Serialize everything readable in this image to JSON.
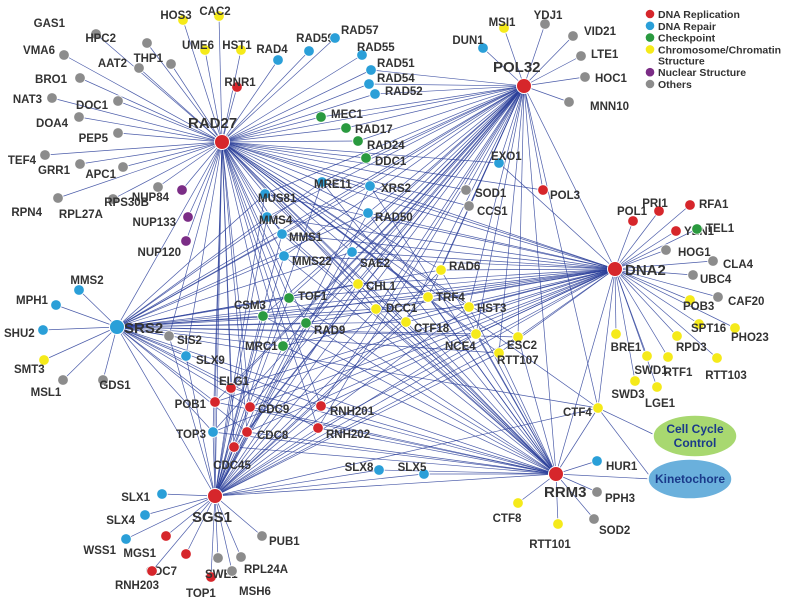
{
  "legend": {
    "items": [
      {
        "name": "DNA Replication",
        "color": "#d6262b"
      },
      {
        "name": "DNA Repair",
        "color": "#2a9fd8"
      },
      {
        "name": "Checkpoint",
        "color": "#2a9a3f"
      },
      {
        "name": "Chromosome/Chromatin Structure",
        "color": "#f5ea1a"
      },
      {
        "name": "Nuclear Structure",
        "color": "#7b2d86"
      },
      {
        "name": "Others",
        "color": "#8c8c8c"
      }
    ]
  },
  "hubs": [
    {
      "id": "RAD27",
      "label": "RAD27",
      "category": "DNA Replication"
    },
    {
      "id": "POL32",
      "label": "POL32",
      "category": "DNA Replication"
    },
    {
      "id": "DNA2",
      "label": "DNA2",
      "category": "DNA Replication"
    },
    {
      "id": "SRS2",
      "label": "SRS2",
      "category": "DNA Repair"
    },
    {
      "id": "SGS1",
      "label": "SGS1",
      "category": "DNA Replication"
    },
    {
      "id": "RRM3",
      "label": "RRM3",
      "category": "DNA Replication"
    }
  ],
  "nodes": [
    {
      "label": "GAS1",
      "category": "Others"
    },
    {
      "label": "HPC2",
      "category": "Others"
    },
    {
      "label": "HOS3",
      "category": "Chromosome/Chromatin Structure"
    },
    {
      "label": "CAC2",
      "category": "Chromosome/Chromatin Structure"
    },
    {
      "label": "UME6",
      "category": "Chromosome/Chromatin Structure"
    },
    {
      "label": "HST1",
      "category": "Chromosome/Chromatin Structure"
    },
    {
      "label": "VMA6",
      "category": "Others"
    },
    {
      "label": "AAT2",
      "category": "Others"
    },
    {
      "label": "THP1",
      "category": "Others"
    },
    {
      "label": "RAD4",
      "category": "DNA Repair"
    },
    {
      "label": "RAD59",
      "category": "DNA Repair"
    },
    {
      "label": "RAD57",
      "category": "DNA Repair"
    },
    {
      "label": "RAD55",
      "category": "DNA Repair"
    },
    {
      "label": "RAD51",
      "category": "DNA Repair"
    },
    {
      "label": "RAD54",
      "category": "DNA Repair"
    },
    {
      "label": "RAD52",
      "category": "DNA Repair"
    },
    {
      "label": "BRO1",
      "category": "Others"
    },
    {
      "label": "RNR1",
      "category": "DNA Replication"
    },
    {
      "label": "NAT3",
      "category": "Others"
    },
    {
      "label": "DOC1",
      "category": "Others"
    },
    {
      "label": "DOA4",
      "category": "Others"
    },
    {
      "label": "PEP5",
      "category": "Others"
    },
    {
      "label": "MEC1",
      "category": "Checkpoint"
    },
    {
      "label": "RAD17",
      "category": "Checkpoint"
    },
    {
      "label": "RAD24",
      "category": "Checkpoint"
    },
    {
      "label": "DDC1",
      "category": "Checkpoint"
    },
    {
      "label": "TEF4",
      "category": "Others"
    },
    {
      "label": "GRR1",
      "category": "Others"
    },
    {
      "label": "APC1",
      "category": "Others"
    },
    {
      "label": "RPN4",
      "category": "Others"
    },
    {
      "label": "RPL27A",
      "category": "Others"
    },
    {
      "label": "RPS30B",
      "category": "Others"
    },
    {
      "label": "NUP84",
      "category": "Nuclear Structure"
    },
    {
      "label": "NUP133",
      "category": "Nuclear Structure"
    },
    {
      "label": "NUP120",
      "category": "Nuclear Structure"
    },
    {
      "label": "MUS81",
      "category": "DNA Repair"
    },
    {
      "label": "MMS4",
      "category": "DNA Repair"
    },
    {
      "label": "MMS1",
      "category": "DNA Repair"
    },
    {
      "label": "MMS22",
      "category": "DNA Repair"
    },
    {
      "label": "MRE11",
      "category": "DNA Repair"
    },
    {
      "label": "XRS2",
      "category": "DNA Repair"
    },
    {
      "label": "RAD50",
      "category": "DNA Repair"
    },
    {
      "label": "EXO1",
      "category": "DNA Repair"
    },
    {
      "label": "SOD1",
      "category": "Others"
    },
    {
      "label": "CCS1",
      "category": "Others"
    },
    {
      "label": "POL3",
      "category": "DNA Replication"
    },
    {
      "label": "MSI1",
      "category": "Chromosome/Chromatin Structure"
    },
    {
      "label": "YDJ1",
      "category": "Others"
    },
    {
      "label": "DUN1",
      "category": "DNA Repair"
    },
    {
      "label": "VID21",
      "category": "Others"
    },
    {
      "label": "LTE1",
      "category": "Others"
    },
    {
      "label": "HOC1",
      "category": "Others"
    },
    {
      "label": "MNN10",
      "category": "Others"
    },
    {
      "label": "POL1",
      "category": "DNA Replication"
    },
    {
      "label": "PRI1",
      "category": "DNA Replication"
    },
    {
      "label": "RFA1",
      "category": "DNA Replication"
    },
    {
      "label": "YEN1",
      "category": "DNA Replication"
    },
    {
      "label": "TEL1",
      "category": "Checkpoint"
    },
    {
      "label": "HOG1",
      "category": "Others"
    },
    {
      "label": "CLA4",
      "category": "Others"
    },
    {
      "label": "UBC4",
      "category": "Others"
    },
    {
      "label": "CAF20",
      "category": "Others"
    },
    {
      "label": "POB3",
      "category": "Chromosome/Chromatin Structure"
    },
    {
      "label": "SPT16",
      "category": "Chromosome/Chromatin Structure"
    },
    {
      "label": "PHO23",
      "category": "Chromosome/Chromatin Structure"
    },
    {
      "label": "RPD3",
      "category": "Chromosome/Chromatin Structure"
    },
    {
      "label": "RTF1",
      "category": "Chromosome/Chromatin Structure"
    },
    {
      "label": "RTT103",
      "category": "Chromosome/Chromatin Structure"
    },
    {
      "label": "BRE1",
      "category": "Chromosome/Chromatin Structure"
    },
    {
      "label": "SWD1",
      "category": "Chromosome/Chromatin Structure"
    },
    {
      "label": "SWD3",
      "category": "Chromosome/Chromatin Structure"
    },
    {
      "label": "LGE1",
      "category": "Chromosome/Chromatin Structure"
    },
    {
      "label": "MMS2",
      "category": "DNA Repair"
    },
    {
      "label": "MPH1",
      "category": "DNA Repair"
    },
    {
      "label": "SHU2",
      "category": "DNA Repair"
    },
    {
      "label": "SMT3",
      "category": "Chromosome/Chromatin Structure"
    },
    {
      "label": "MSL1",
      "category": "Others"
    },
    {
      "label": "GDS1",
      "category": "Others"
    },
    {
      "label": "CSM3",
      "category": "Checkpoint"
    },
    {
      "label": "TOF1",
      "category": "Checkpoint"
    },
    {
      "label": "RAD9",
      "category": "Checkpoint"
    },
    {
      "label": "MRC1",
      "category": "Checkpoint"
    },
    {
      "label": "SIS2",
      "category": "Others"
    },
    {
      "label": "SLX9",
      "category": "DNA Repair"
    },
    {
      "label": "SAE2",
      "category": "DNA Repair"
    },
    {
      "label": "CHL1",
      "category": "Chromosome/Chromatin Structure"
    },
    {
      "label": "RAD6",
      "category": "Chromosome/Chromatin Structure"
    },
    {
      "label": "TRF4",
      "category": "Chromosome/Chromatin Structure"
    },
    {
      "label": "DCC1",
      "category": "Chromosome/Chromatin Structure"
    },
    {
      "label": "HST3",
      "category": "Chromosome/Chromatin Structure"
    },
    {
      "label": "CTF18",
      "category": "Chromosome/Chromatin Structure"
    },
    {
      "label": "NCE4",
      "category": "Chromosome/Chromatin Structure"
    },
    {
      "label": "ESC2",
      "category": "Chromosome/Chromatin Structure"
    },
    {
      "label": "RTT107",
      "category": "Chromosome/Chromatin Structure"
    },
    {
      "label": "CTF4",
      "category": "Chromosome/Chromatin Structure"
    },
    {
      "label": "ELG1",
      "category": "DNA Replication"
    },
    {
      "label": "POB1",
      "category": "DNA Replication"
    },
    {
      "label": "CDC9",
      "category": "DNA Replication"
    },
    {
      "label": "RNH201",
      "category": "DNA Replication"
    },
    {
      "label": "TOP3",
      "category": "DNA Repair"
    },
    {
      "label": "CDC8",
      "category": "DNA Replication"
    },
    {
      "label": "RNH202",
      "category": "DNA Replication"
    },
    {
      "label": "CDC45",
      "category": "DNA Replication"
    },
    {
      "label": "SLX8",
      "category": "DNA Repair"
    },
    {
      "label": "SLX5",
      "category": "DNA Repair"
    },
    {
      "label": "HUR1",
      "category": "DNA Repair"
    },
    {
      "label": "PPH3",
      "category": "Others"
    },
    {
      "label": "CTF8",
      "category": "Chromosome/Chromatin Structure"
    },
    {
      "label": "RTT101",
      "category": "Chromosome/Chromatin Structure"
    },
    {
      "label": "SOD2",
      "category": "Others"
    },
    {
      "label": "SLX1",
      "category": "DNA Repair"
    },
    {
      "label": "SLX4",
      "category": "DNA Repair"
    },
    {
      "label": "WSS1",
      "category": "DNA Repair"
    },
    {
      "label": "MGS1",
      "category": "DNA Replication"
    },
    {
      "label": "PUB1",
      "category": "Others"
    },
    {
      "label": "CDC7",
      "category": "DNA Replication"
    },
    {
      "label": "RNH203",
      "category": "DNA Replication"
    },
    {
      "label": "TOP1",
      "category": "DNA Replication"
    },
    {
      "label": "SWE1",
      "category": "Others"
    },
    {
      "label": "RPL24A",
      "category": "Others"
    },
    {
      "label": "MSH6",
      "category": "Others"
    }
  ],
  "clusters": [
    {
      "label1": "Cell Cycle",
      "label2": "Control",
      "color": "#a8d870",
      "text_color": "#1a3a8a"
    },
    {
      "label1": "Kinetochore",
      "label2": "",
      "color": "#6ab0dc",
      "text_color": "#1a3a8a"
    }
  ],
  "colors": {
    "edge": "#2b3f9a",
    "hub_label": "#333333"
  }
}
